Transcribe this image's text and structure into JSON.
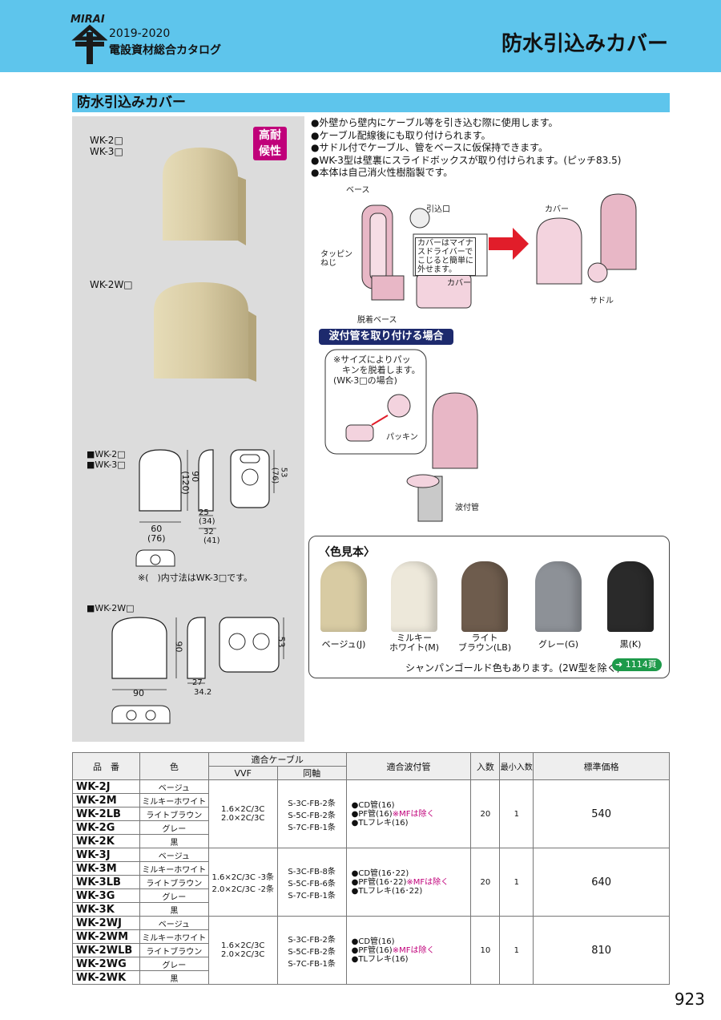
{
  "header": {
    "logo_text": "MIRAI",
    "year": "2019-2020",
    "catalog": "電設資材総合カタログ",
    "page_title": "防水引込みカバー"
  },
  "section": {
    "title": "防水引込みカバー"
  },
  "left_panel": {
    "badge": "高耐\n候性",
    "label_wk23": "WK-2□\nWK-3□",
    "label_wk2w": "WK-2W□",
    "dim_label_wk23": "■WK-2□\n■WK-3□",
    "dim_note": "※(　)内寸法はWK-3□です。",
    "dim_label_wk2w": "■WK-2W□",
    "dims_wk23": {
      "w": "60\n(76)",
      "h": "90\n(120)",
      "d1": "25\n(34)",
      "d2": "32\n(41)",
      "hh": "53\n(76)"
    },
    "dims_wk2w": {
      "w": "90",
      "h": "90",
      "d1": "27",
      "d2": "34.2",
      "hh": "53"
    }
  },
  "bullets": [
    "●外壁から壁内にケーブル等を引き込む際に使用します。",
    "●ケーブル配線後にも取り付けられます。",
    "●サドル付でケーブル、管をベースに仮保持できます。",
    "●WK-3型は壁裏にスライドボックスが取り付けられます。(ピッチ83.5)",
    "●本体は自己消火性樹脂製です。"
  ],
  "diagram": {
    "base": "ベース",
    "inlet": "引込口",
    "screw": "タッピン\nねじ",
    "hint": "カバーはマイナ\nスドライバーで\nこじると簡単に\n外せます。",
    "cover_small": "カバー",
    "detach_base": "脱着ベース",
    "cover": "カバー",
    "saddle": "サドル",
    "wave_title": "波付管を取り付ける場合",
    "packing_note": "※サイズによりパッ\n　キンを脱着します。\n(WK-3□の場合)",
    "packing": "パッキン",
    "wave_pipe": "波付管"
  },
  "colors": {
    "title": "〈色見本〉",
    "items": [
      {
        "label": "ベージュ(J)",
        "hex": "#d8cba3"
      },
      {
        "label": "ミルキー\nホワイト(M)",
        "hex": "#ede8da"
      },
      {
        "label": "ライト\nブラウン(LB)",
        "hex": "#6e5c4d"
      },
      {
        "label": "グレー(G)",
        "hex": "#8d9197"
      },
      {
        "label": "黒(K)",
        "hex": "#2a2a2a"
      }
    ],
    "note": "シャンパンゴールド色もあります。(2W型を除く)",
    "ref": "1114頁"
  },
  "table": {
    "headers": {
      "code": "品　番",
      "color": "色",
      "cable": "適合ケーブル",
      "vvf": "VVF",
      "coax": "同軸",
      "pipe": "適合波付管",
      "qty": "入数",
      "min_qty": "最小入数",
      "price": "標準価格"
    },
    "groups": [
      {
        "rows": [
          {
            "code": "WK-2J",
            "color": "ベージュ"
          },
          {
            "code": "WK-2M",
            "color": "ミルキーホワイト"
          },
          {
            "code": "WK-2LB",
            "color": "ライトブラウン"
          },
          {
            "code": "WK-2G",
            "color": "グレー"
          },
          {
            "code": "WK-2K",
            "color": "黒"
          }
        ],
        "vvf": "1.6×2C/3C\n2.0×2C/3C",
        "coax": "S-3C-FB-2条\nS-5C-FB-2条\nS-7C-FB-1条",
        "pipe1": "●CD管(16)",
        "pipe2": "●PF管(16)",
        "pipe2_note": "※MFは除く",
        "pipe3": "●TLフレキ(16)",
        "qty": "20",
        "min_qty": "1",
        "price": "540"
      },
      {
        "rows": [
          {
            "code": "WK-3J",
            "color": "ベージュ"
          },
          {
            "code": "WK-3M",
            "color": "ミルキーホワイト"
          },
          {
            "code": "WK-3LB",
            "color": "ライトブラウン"
          },
          {
            "code": "WK-3G",
            "color": "グレー"
          },
          {
            "code": "WK-3K",
            "color": "黒"
          }
        ],
        "vvf": "1.6×2C/3C -3条\n2.0×2C/3C -2条",
        "coax": "S-3C-FB-8条\nS-5C-FB-6条\nS-7C-FB-1条",
        "pipe1": "●CD管(16･22)",
        "pipe2": "●PF管(16･22)",
        "pipe2_note": "※MFは除く",
        "pipe3": "●TLフレキ(16･22)",
        "qty": "20",
        "min_qty": "1",
        "price": "640"
      },
      {
        "rows": [
          {
            "code": "WK-2WJ",
            "color": "ベージュ"
          },
          {
            "code": "WK-2WM",
            "color": "ミルキーホワイト"
          },
          {
            "code": "WK-2WLB",
            "color": "ライトブラウン"
          },
          {
            "code": "WK-2WG",
            "color": "グレー"
          },
          {
            "code": "WK-2WK",
            "color": "黒"
          }
        ],
        "vvf": "1.6×2C/3C\n2.0×2C/3C",
        "coax": "S-3C-FB-2条\nS-5C-FB-2条\nS-7C-FB-1条",
        "pipe1": "●CD管(16)",
        "pipe2": "●PF管(16)",
        "pipe2_note": "※MFは除く",
        "pipe3": "●TLフレキ(16)",
        "qty": "10",
        "min_qty": "1",
        "price": "810"
      }
    ]
  },
  "page_number": "923"
}
